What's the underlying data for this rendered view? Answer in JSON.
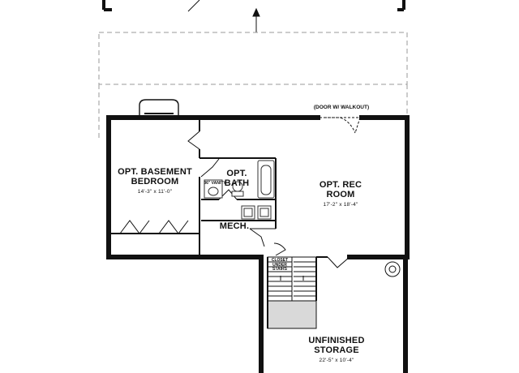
{
  "rooms": {
    "basement_bedroom": {
      "name_line1": "OPT. BASEMENT",
      "name_line2": "BEDROOM",
      "dims": "14'-3\" x 11'-0\""
    },
    "bath": {
      "name_line1": "OPT.",
      "name_line2": "BATH",
      "vanity": "36\" VANITY"
    },
    "rec_room": {
      "name_line1": "OPT. REC",
      "name_line2": "ROOM",
      "dims": "17'-2\" x 18'-4\""
    },
    "mech": {
      "name": "MECH."
    },
    "storage": {
      "name_line1": "UNFINISHED",
      "name_line2": "STORAGE",
      "dims": "22'-5\" x 10'-4\""
    }
  },
  "notes": {
    "door_walkout": "(DOOR W/ WALKOUT)",
    "closet_under_stairs_1": "CLOSET",
    "closet_under_stairs_2": "UNDER",
    "closet_under_stairs_3": "STAIRS"
  },
  "colors": {
    "wall": "#111111",
    "dashed": "#9a9a9a",
    "fixture": "#333333",
    "shade": "#d9d9d9"
  }
}
